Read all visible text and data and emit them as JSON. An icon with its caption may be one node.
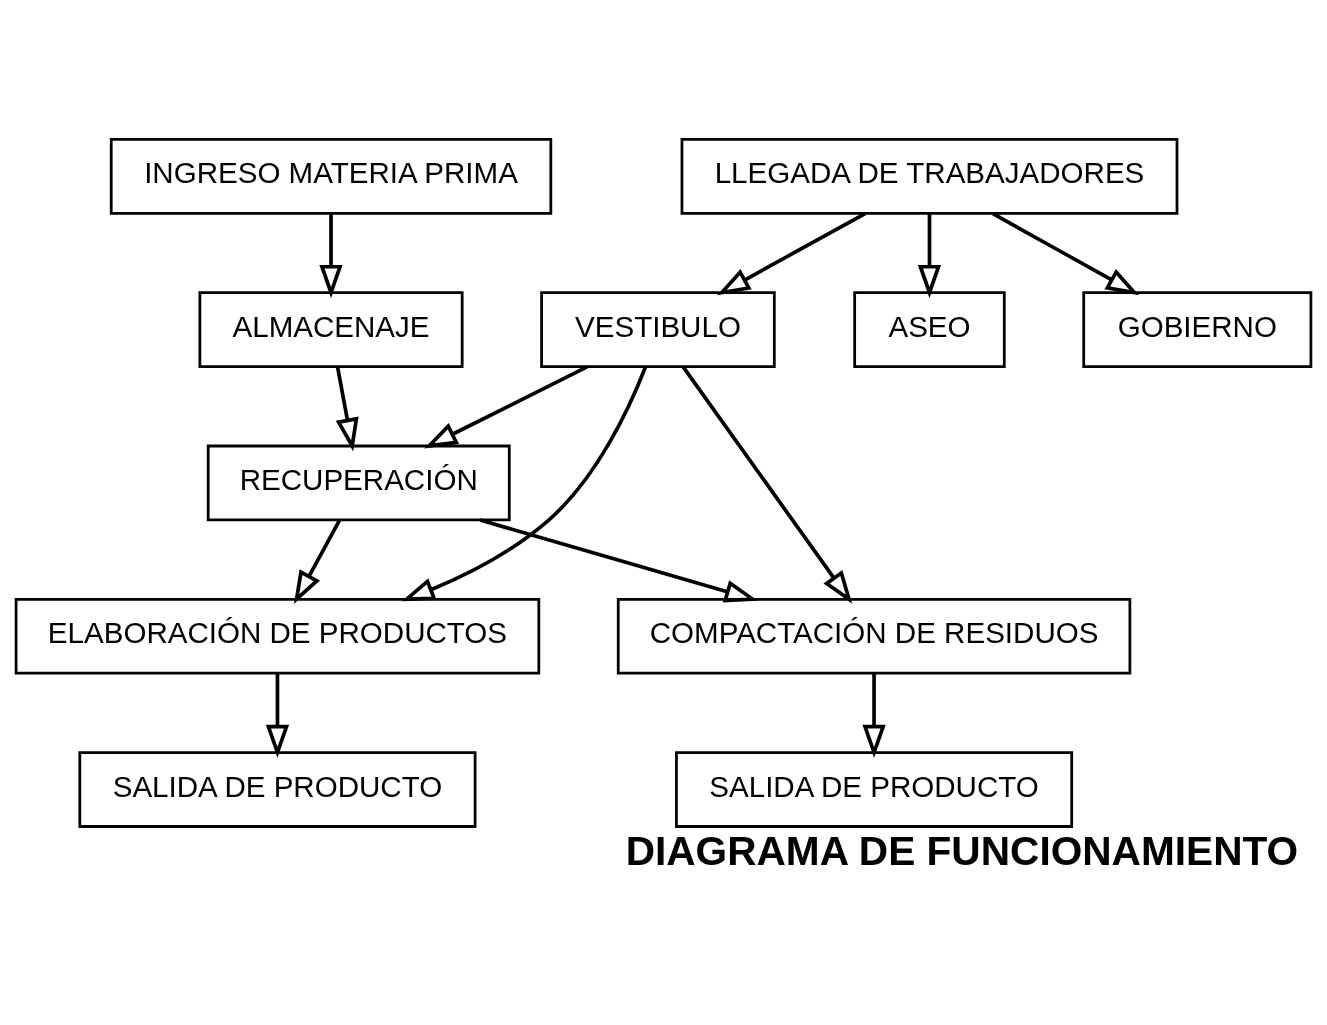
{
  "diagram": {
    "title": "DIAGRAMA DE FUNCIONAMIENTO",
    "nodes": [
      {
        "text": [
          "INGRESO MATERIA PRIMA"
        ]
      },
      {
        "text": [
          "ALMACENAJE"
        ]
      },
      {
        "text": [
          "RECUPERACIÓN"
        ]
      },
      {
        "text": [
          "SALIDA DE PRODUCTO"
        ]
      },
      {
        "text": [
          "SALIDA DE PRODUCTO"
        ]
      },
      {
        "text": [
          "COMPACTACIÓN DE RESIDUOS"
        ]
      },
      {
        "text": [
          "ELABORACIÓN DE PRODUCTOS"
        ]
      },
      {
        "text": [
          "VESTIBULO"
        ]
      },
      {
        "text": [
          "ASEO"
        ]
      },
      {
        "text": [
          "GOBIERNO"
        ]
      },
      {
        "text": [
          "LLEGADA DE TRABAJADORES"
        ]
      }
    ],
    "edges": [
      {
        "from": 0,
        "to": 1,
        "arrow": "to"
      },
      {
        "from": 1,
        "to": 2,
        "arrow": "to"
      },
      {
        "from": 2,
        "to": 5,
        "arrow": "to"
      },
      {
        "from": 2,
        "to": 6,
        "arrow": "to"
      },
      {
        "from": 5,
        "to": 3,
        "arrow": "to"
      },
      {
        "from": 6,
        "to": 4,
        "arrow": "to"
      },
      {
        "from": 7,
        "to": 2,
        "arrow": "to"
      },
      {
        "from": 7,
        "to": 5,
        "arrow": "to"
      },
      {
        "from": 7,
        "to": 6,
        "arrow": "to"
      },
      {
        "from": 10,
        "to": 7,
        "arrow": "to"
      },
      {
        "from": 10,
        "to": 8,
        "arrow": "to"
      },
      {
        "from": 10,
        "to": 9,
        "arrow": "to"
      }
    ]
  }
}
